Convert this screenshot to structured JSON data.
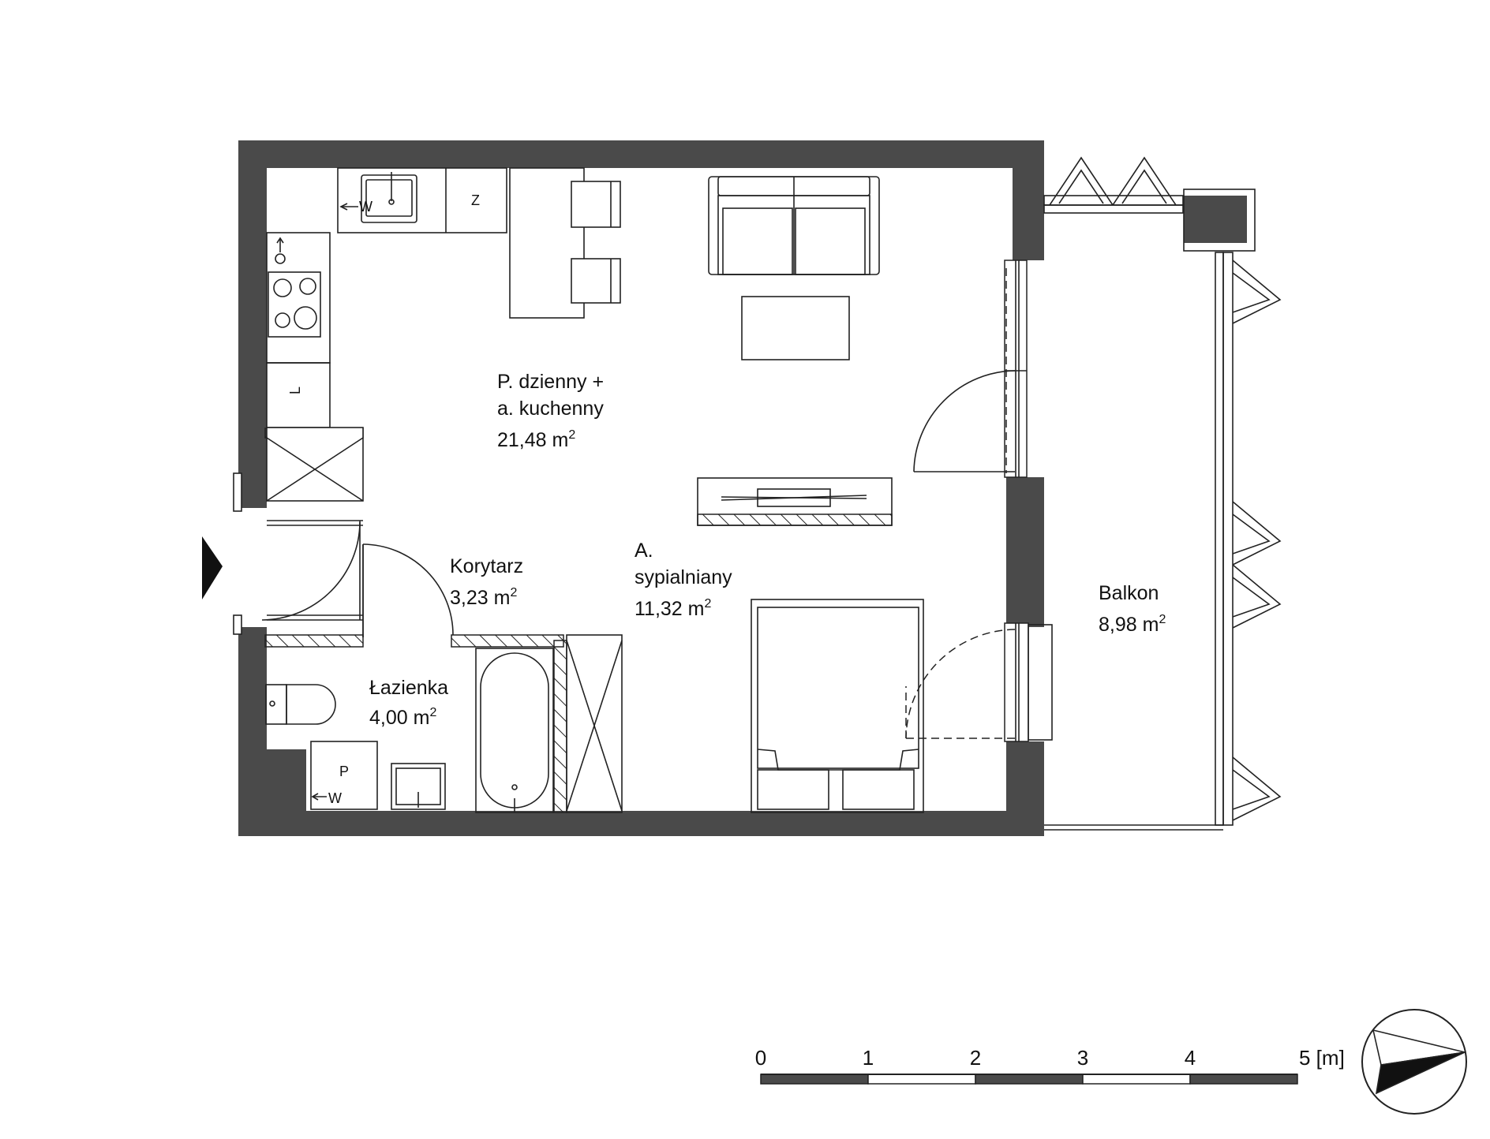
{
  "rooms": [
    {
      "id": "living",
      "lines": [
        "P. dzienny +",
        "a. kuchenny"
      ],
      "area": "21,48 m",
      "sup": "2"
    },
    {
      "id": "sleeping",
      "lines": [
        "A.",
        "sypialniany"
      ],
      "area": "11,32 m",
      "sup": "2"
    },
    {
      "id": "corridor",
      "lines": [
        "Korytarz"
      ],
      "area": "3,23 m",
      "sup": "2"
    },
    {
      "id": "bathroom",
      "lines": [
        "Łazienka"
      ],
      "area": "4,00 m",
      "sup": "2"
    },
    {
      "id": "balcony",
      "lines": [
        "Balkon"
      ],
      "area": "8,98 m",
      "sup": "2"
    }
  ],
  "fixtures": {
    "kitchen_water": "W",
    "fridge": "Z",
    "washer": "P",
    "bath_water": "W",
    "l_cabinet": "L"
  },
  "scale": {
    "ticks": [
      "0",
      "1",
      "2",
      "3",
      "4",
      "5 [m]"
    ]
  },
  "colors": {
    "wall": "#4a4a4a",
    "line": "#222222",
    "hatch": "#222222"
  }
}
